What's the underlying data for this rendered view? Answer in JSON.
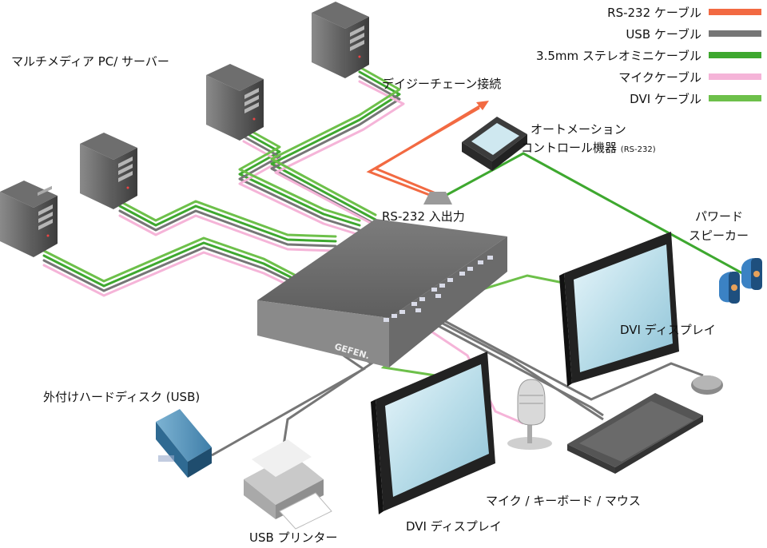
{
  "legend": [
    {
      "label": "RS-232 ケーブル",
      "color": "#f26a42"
    },
    {
      "label": "USB ケーブル",
      "color": "#767676"
    },
    {
      "label": "3.5mm ステレオミニケーブル",
      "color": "#3ea82f"
    },
    {
      "label": "マイクケーブル",
      "color": "#f5b4d8"
    },
    {
      "label": "DVI ケーブル",
      "color": "#6dc04a"
    }
  ],
  "labels": {
    "pc_server": "マルチメディア PC/ サーバー",
    "daisy_chain": "デイジーチェーン接続",
    "automation_line1": "オートメーション",
    "automation_line2": "コントロール機器",
    "automation_note": "(RS-232)",
    "rs232_io": "RS-232 入出力",
    "speaker_line1": "パワード",
    "speaker_line2": "スピーカー",
    "dvi_display_right": "DVI ディスプレイ",
    "external_hdd": "外付けハードディスク (USB)",
    "dvi_display_bottom": "DVI ディスプレイ",
    "mic_kb_mouse": "マイク / キーボード / マウス",
    "usb_printer": "USB プリンター",
    "brand": "GEFEN."
  }
}
